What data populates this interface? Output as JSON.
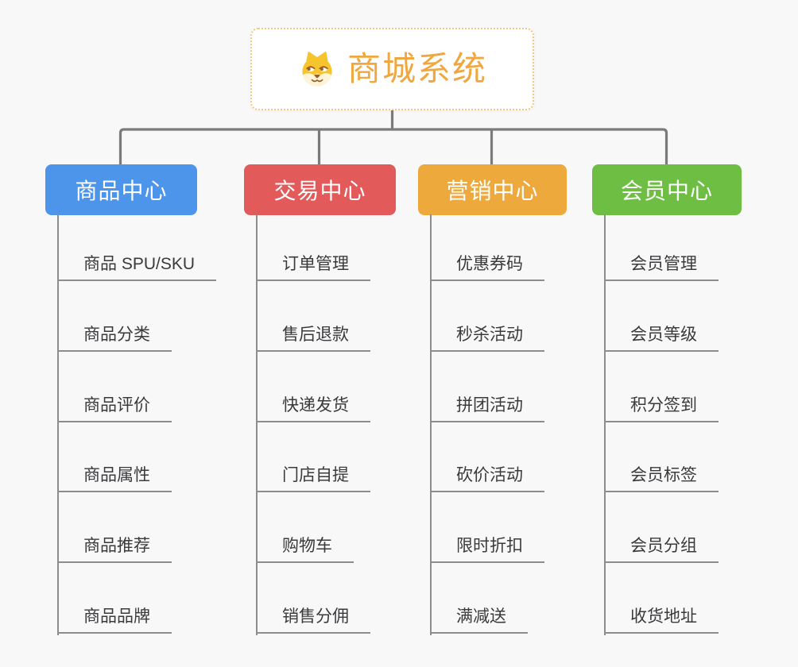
{
  "root": {
    "title": "商城系统",
    "icon": "shiba-dog-icon",
    "accent_color": "#f0a740",
    "border_color": "#f2c783"
  },
  "connector_color": "#7b7b7b",
  "underline_color": "#8d8d8d",
  "background_color": "#f8f8f8",
  "branches": [
    {
      "label": "商品中心",
      "color": "#4d94eb",
      "items": [
        "商品 SPU/SKU",
        "商品分类",
        "商品评价",
        "商品属性",
        "商品推荐",
        "商品品牌"
      ]
    },
    {
      "label": "交易中心",
      "color": "#e25a5a",
      "items": [
        "订单管理",
        "售后退款",
        "快递发货",
        "门店自提",
        "购物车",
        "销售分佣"
      ]
    },
    {
      "label": "营销中心",
      "color": "#eda93c",
      "items": [
        "优惠券码",
        "秒杀活动",
        "拼团活动",
        "砍价活动",
        "限时折扣",
        "满减送"
      ]
    },
    {
      "label": "会员中心",
      "color": "#6ebe44",
      "items": [
        "会员管理",
        "会员等级",
        "积分签到",
        "会员标签",
        "会员分组",
        "收货地址"
      ]
    }
  ]
}
